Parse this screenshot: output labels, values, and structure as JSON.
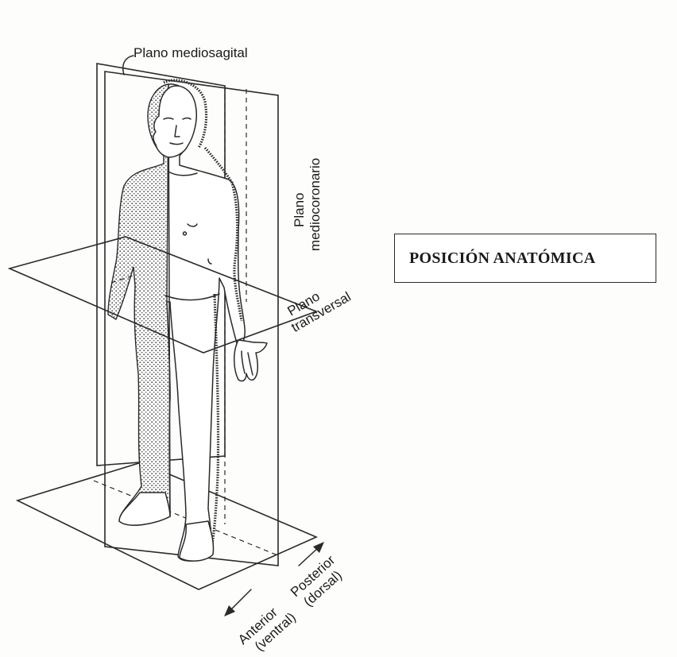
{
  "title": "POSICIÓN ANATÓMICA",
  "labels": {
    "mediosagittal": "Plano mediosagital",
    "mediocoronal_line1": "Plano",
    "mediocoronal_line2": "mediocoronario",
    "transverse_line1": "Plano",
    "transverse_line2": "transversal",
    "anterior_line1": "Anterior",
    "anterior_line2": "(ventral)",
    "posterior_line1": "Posterior",
    "posterior_line2": "(dorsal)"
  },
  "colors": {
    "ink": "#2a2a2a",
    "paper": "#fdfdfc"
  }
}
